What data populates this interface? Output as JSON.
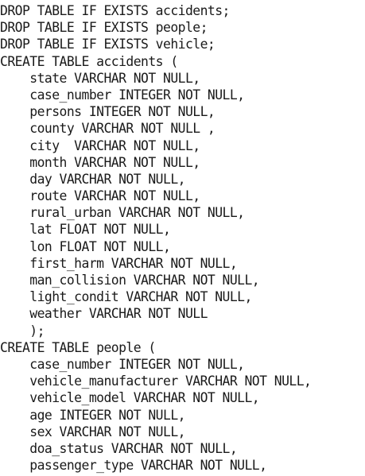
{
  "document": {
    "lines": [
      "DROP TABLE IF EXISTS accidents;",
      "DROP TABLE IF EXISTS people;",
      "DROP TABLE IF EXISTS vehicle;",
      "CREATE TABLE accidents (",
      "    state VARCHAR NOT NULL,",
      "    case_number INTEGER NOT NULL,",
      "    persons INTEGER NOT NULL,",
      "    county VARCHAR NOT NULL ,",
      "    city  VARCHAR NOT NULL,",
      "    month VARCHAR NOT NULL,",
      "    day VARCHAR NOT NULL,",
      "    route VARCHAR NOT NULL,",
      "    rural_urban VARCHAR NOT NULL,",
      "    lat FLOAT NOT NULL,",
      "    lon FLOAT NOT NULL,",
      "    first_harm VARCHAR NOT NULL,",
      "    man_collision VARCHAR NOT NULL,",
      "    light_condit VARCHAR NOT NULL,",
      "    weather VARCHAR NOT NULL",
      "    );",
      "CREATE TABLE people (",
      "    case_number INTEGER NOT NULL,",
      "    vehicle_manufacturer VARCHAR NOT NULL,",
      "    vehicle_model VARCHAR NOT NULL,",
      "    age INTEGER NOT NULL,",
      "    sex VARCHAR NOT NULL,",
      "    doa_status VARCHAR NOT NULL,",
      "    passenger_type VARCHAR NOT NULL,"
    ]
  }
}
